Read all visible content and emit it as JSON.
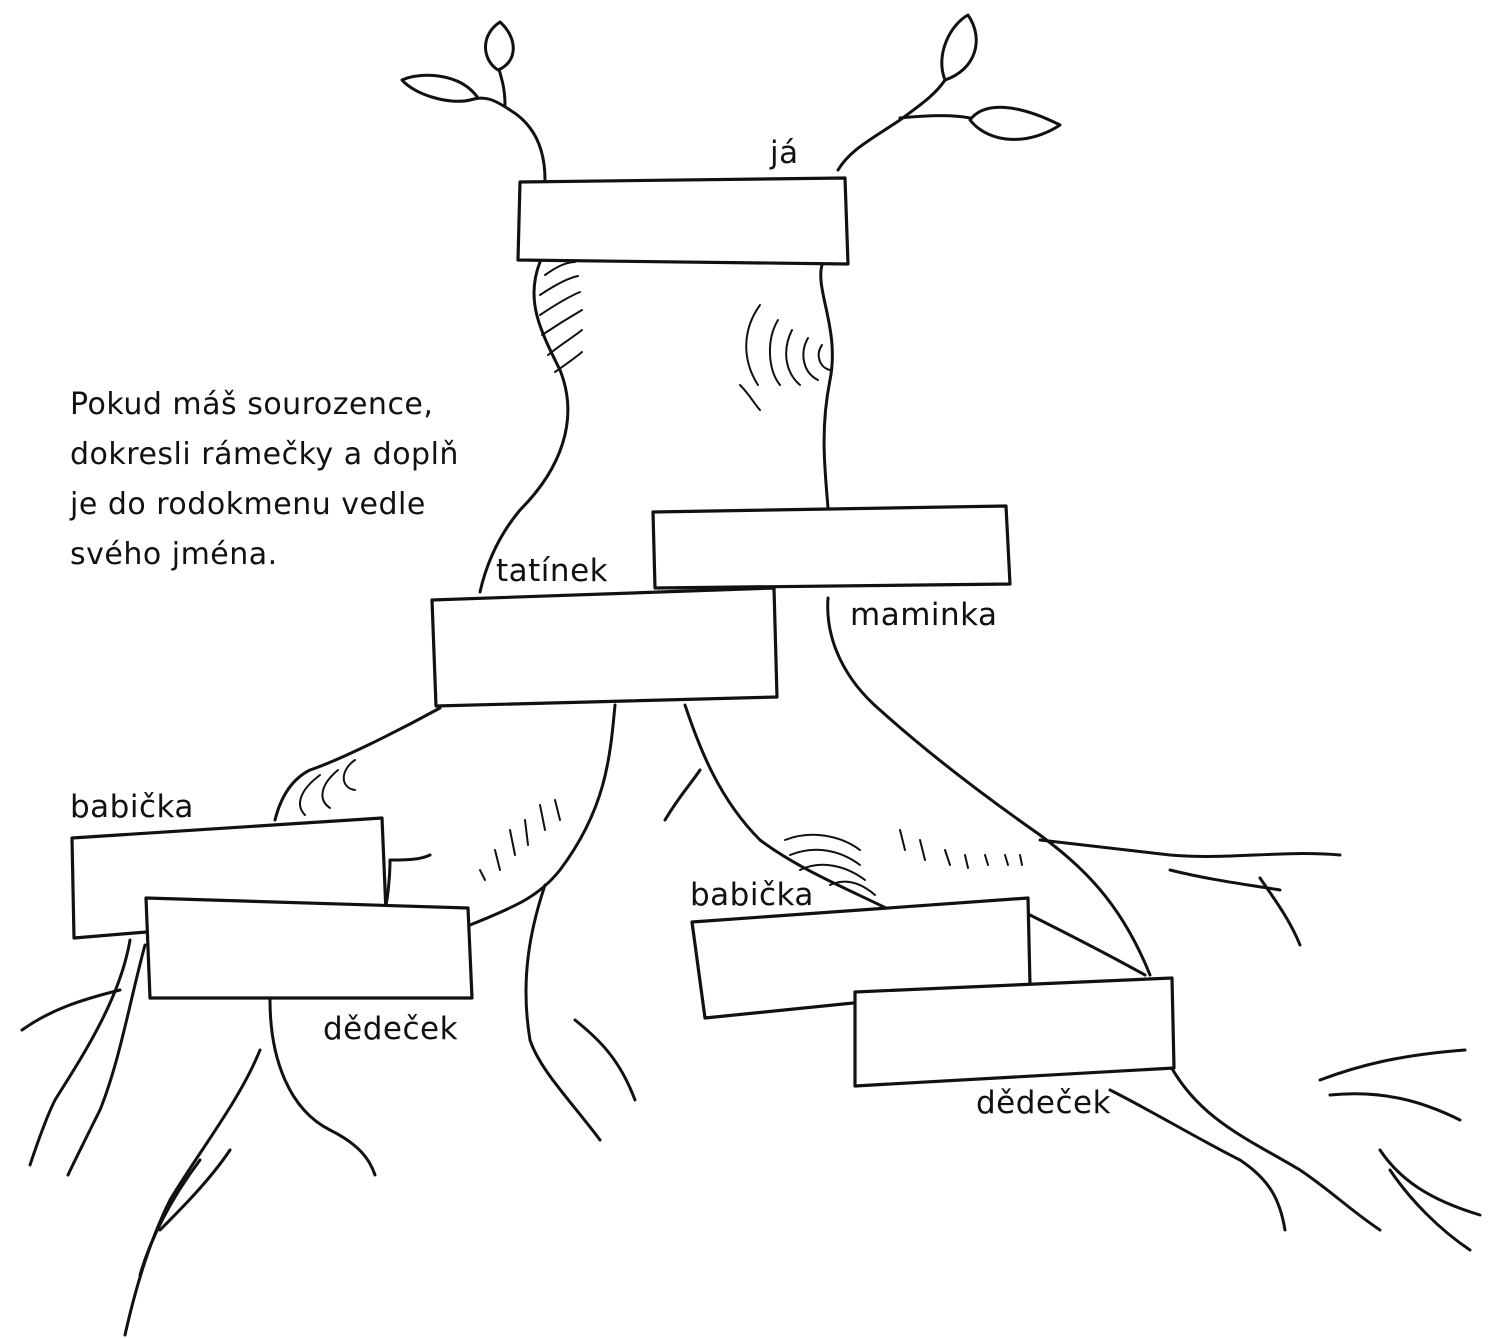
{
  "instructions": {
    "lines": [
      "Pokud máš sourozence,",
      "dokresli rámečky a doplň",
      "je do rodokmenu vedle",
      "svého jména."
    ]
  },
  "labels": {
    "me": "já",
    "father": "tatínek",
    "mother": "maminka",
    "paternal_grandmother": "babička",
    "paternal_grandfather": "dědeček",
    "maternal_grandmother": "babička",
    "maternal_grandfather": "dědeček"
  },
  "colors": {
    "ink": "#111111",
    "paper": "#ffffff"
  }
}
